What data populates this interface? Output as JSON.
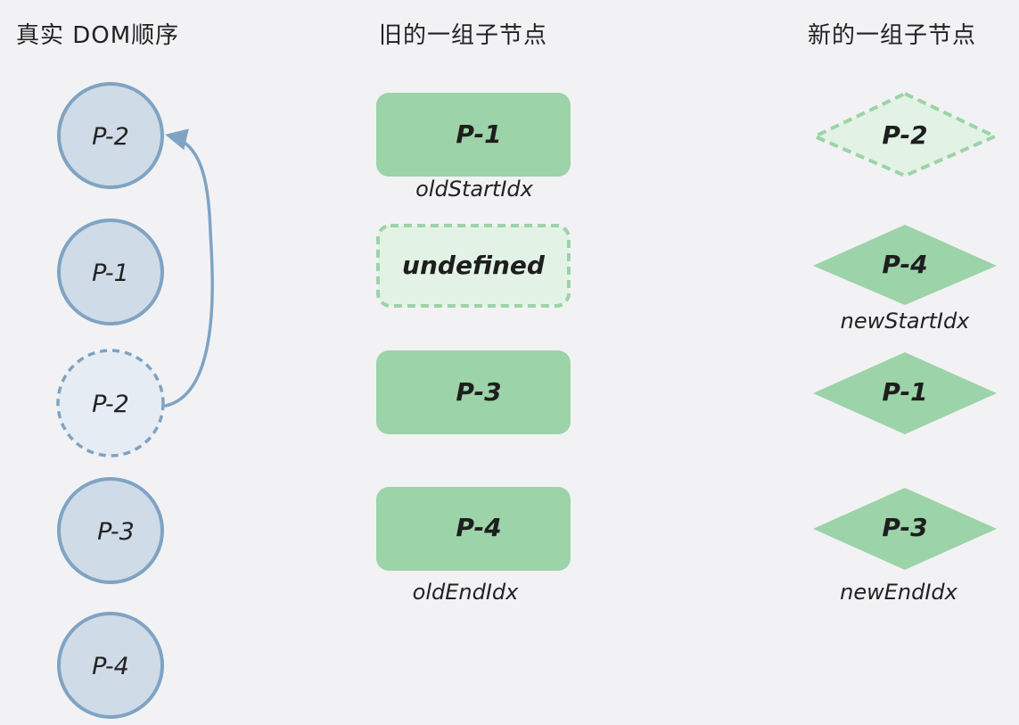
{
  "headers": {
    "real_dom": "真实 DOM顺序",
    "old_children": "旧的一组子节点",
    "new_children": "新的一组子节点"
  },
  "real_dom_nodes": [
    {
      "label": "P-2",
      "state": "moved"
    },
    {
      "label": "P-1",
      "state": "normal"
    },
    {
      "label": "P-2",
      "state": "original-position"
    },
    {
      "label": "P-3",
      "state": "normal"
    },
    {
      "label": "P-4",
      "state": "normal"
    }
  ],
  "old_nodes": [
    {
      "label": "P-1",
      "state": "normal",
      "index_label": "oldStartIdx"
    },
    {
      "label": "undefined",
      "state": "empty",
      "index_label": ""
    },
    {
      "label": "P-3",
      "state": "normal",
      "index_label": ""
    },
    {
      "label": "P-4",
      "state": "normal",
      "index_label": "oldEndIdx"
    }
  ],
  "new_nodes": [
    {
      "label": "P-2",
      "state": "processed",
      "index_label": ""
    },
    {
      "label": "P-4",
      "state": "normal",
      "index_label": "newStartIdx"
    },
    {
      "label": "P-1",
      "state": "normal",
      "index_label": ""
    },
    {
      "label": "P-3",
      "state": "normal",
      "index_label": "newEndIdx"
    }
  ],
  "colors": {
    "background": "#f2f2f4",
    "circle_fill": "#cfdbe6",
    "circle_stroke": "#7fa3c3",
    "circle_dashed_fill": "#e6ecf3",
    "green_fill": "#9cd3a8",
    "green_light_fill": "#e2f3e5",
    "green_dashed_stroke": "#9cd3a8",
    "text": "#222222"
  }
}
